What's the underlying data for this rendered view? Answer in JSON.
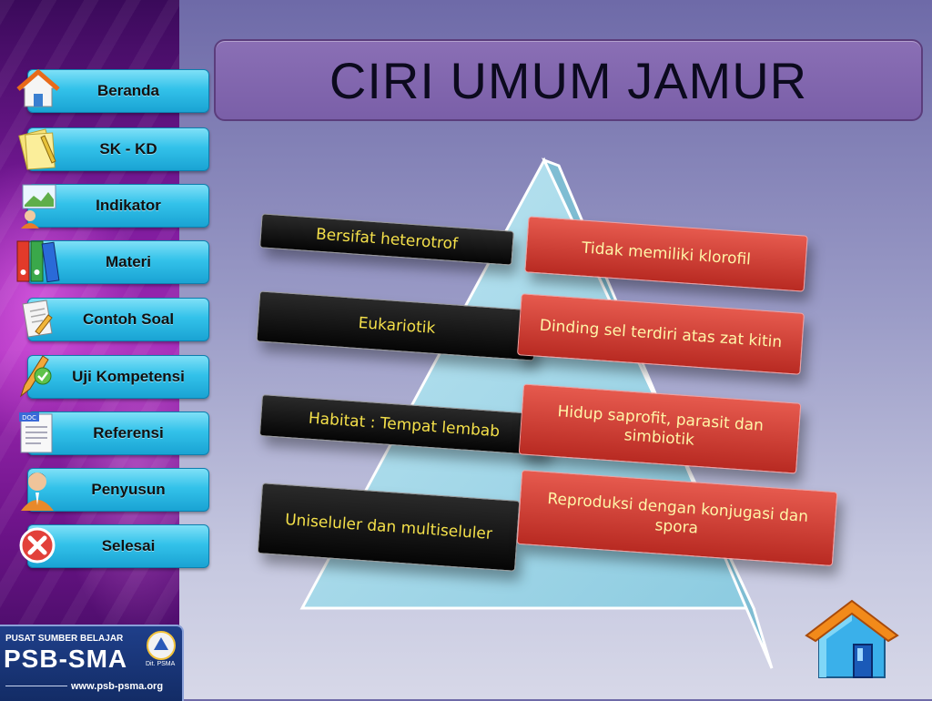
{
  "title": "CIRI UMUM JAMUR",
  "nav": [
    {
      "label": "Beranda",
      "icon": "house-icon"
    },
    {
      "label": "SK - KD",
      "icon": "notes-icon"
    },
    {
      "label": "Indikator",
      "icon": "presentation-icon"
    },
    {
      "label": "Materi",
      "icon": "binders-icon"
    },
    {
      "label": "Contoh Soal",
      "icon": "document-pen-icon"
    },
    {
      "label": "Uji Kompetensi",
      "icon": "pencil-check-icon"
    },
    {
      "label": "Referensi",
      "icon": "doc-icon"
    },
    {
      "label": "Penyusun",
      "icon": "person-icon"
    },
    {
      "label": "Selesai",
      "icon": "close-icon"
    }
  ],
  "characteristics_left": [
    "Bersifat heterotrof",
    "Eukariotik",
    "Habitat : Tempat lembab",
    "Uniseluler dan multiseluler"
  ],
  "characteristics_right": [
    "Tidak memiliki klorofil",
    "Dinding sel terdiri atas zat kitin",
    "Hidup saprofit, parasit dan simbiotik",
    "Reproduksi dengan konjugasi dan spora"
  ],
  "logo": {
    "small": "PUSAT SUMBER BELAJAR",
    "big": "PSB-SMA",
    "dir": "Dit. PSMA",
    "url": "www.psb-psma.org"
  },
  "colors": {
    "nav_button": "#33c2ea",
    "title_box": "#7a5fa8",
    "pyramid": "#9fd3e6",
    "black_tag_text": "#f4e04a",
    "red_tag": "#c8342a"
  }
}
